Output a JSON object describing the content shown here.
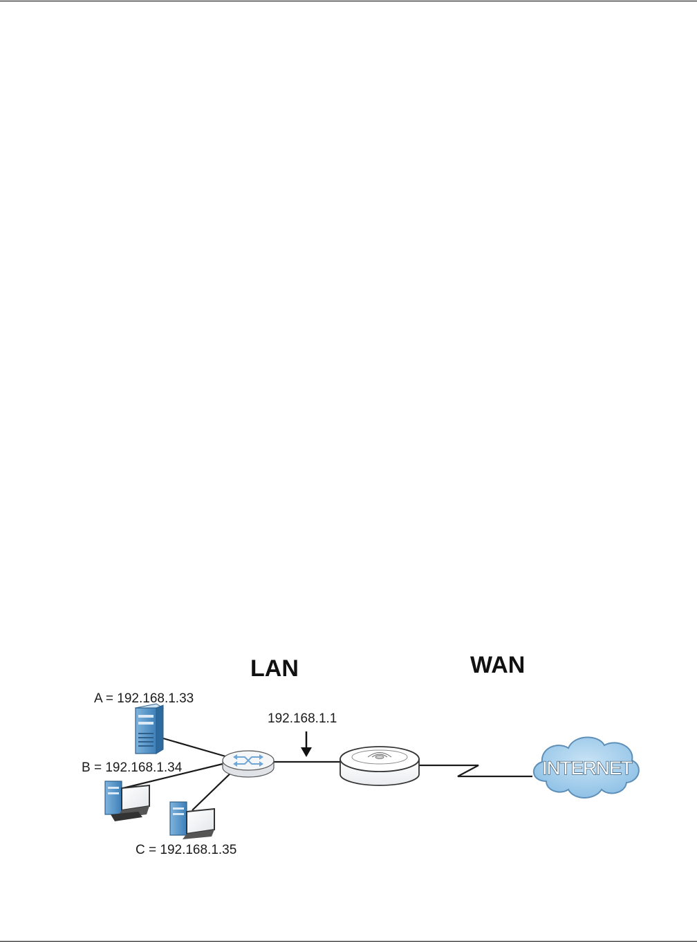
{
  "diagram": {
    "zones": {
      "lan": "LAN",
      "wan": "WAN"
    },
    "hosts": {
      "a": "A = 192.168.1.33",
      "b": "B = 192.168.1.34",
      "c": "C = 192.168.1.35"
    },
    "gateway_ip": "192.168.1.1",
    "cloud_label": "INTERNET",
    "icons": [
      "server-icon",
      "desktop-computer-icon",
      "desktop-computer-icon",
      "switch-icon",
      "access-point-icon",
      "internet-cloud-icon",
      "arrow-down-icon"
    ],
    "colors": {
      "cloud_fill": "#a9d2ee",
      "device_blue": "#4a90c8",
      "link": "#1a1a1a"
    }
  }
}
